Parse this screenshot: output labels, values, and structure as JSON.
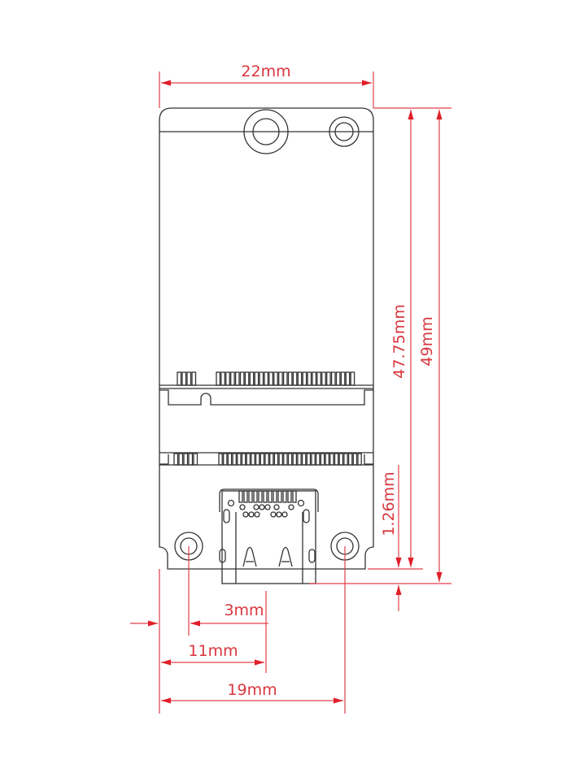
{
  "diagram": {
    "title": "Mini PCIe to USB-C adapter board dimension drawing",
    "colors": {
      "outline": "#333333",
      "dimension": "#e0404a",
      "background": "#ffffff"
    },
    "dimensions": {
      "width": "22mm",
      "height_to_connector": "47.75mm",
      "total_height": "49mm",
      "connector_offset": "1.26mm",
      "hole_offset": "3mm",
      "connector_center": "11mm",
      "hole_spacing": "19mm"
    },
    "components": [
      "top-mounting-hole-large",
      "top-mounting-hole-small",
      "mini-pcie-edge-connector-top",
      "mini-pcie-edge-connector-bottom",
      "usb-c-connector",
      "bottom-left-mounting-hole",
      "bottom-right-mounting-hole"
    ]
  }
}
